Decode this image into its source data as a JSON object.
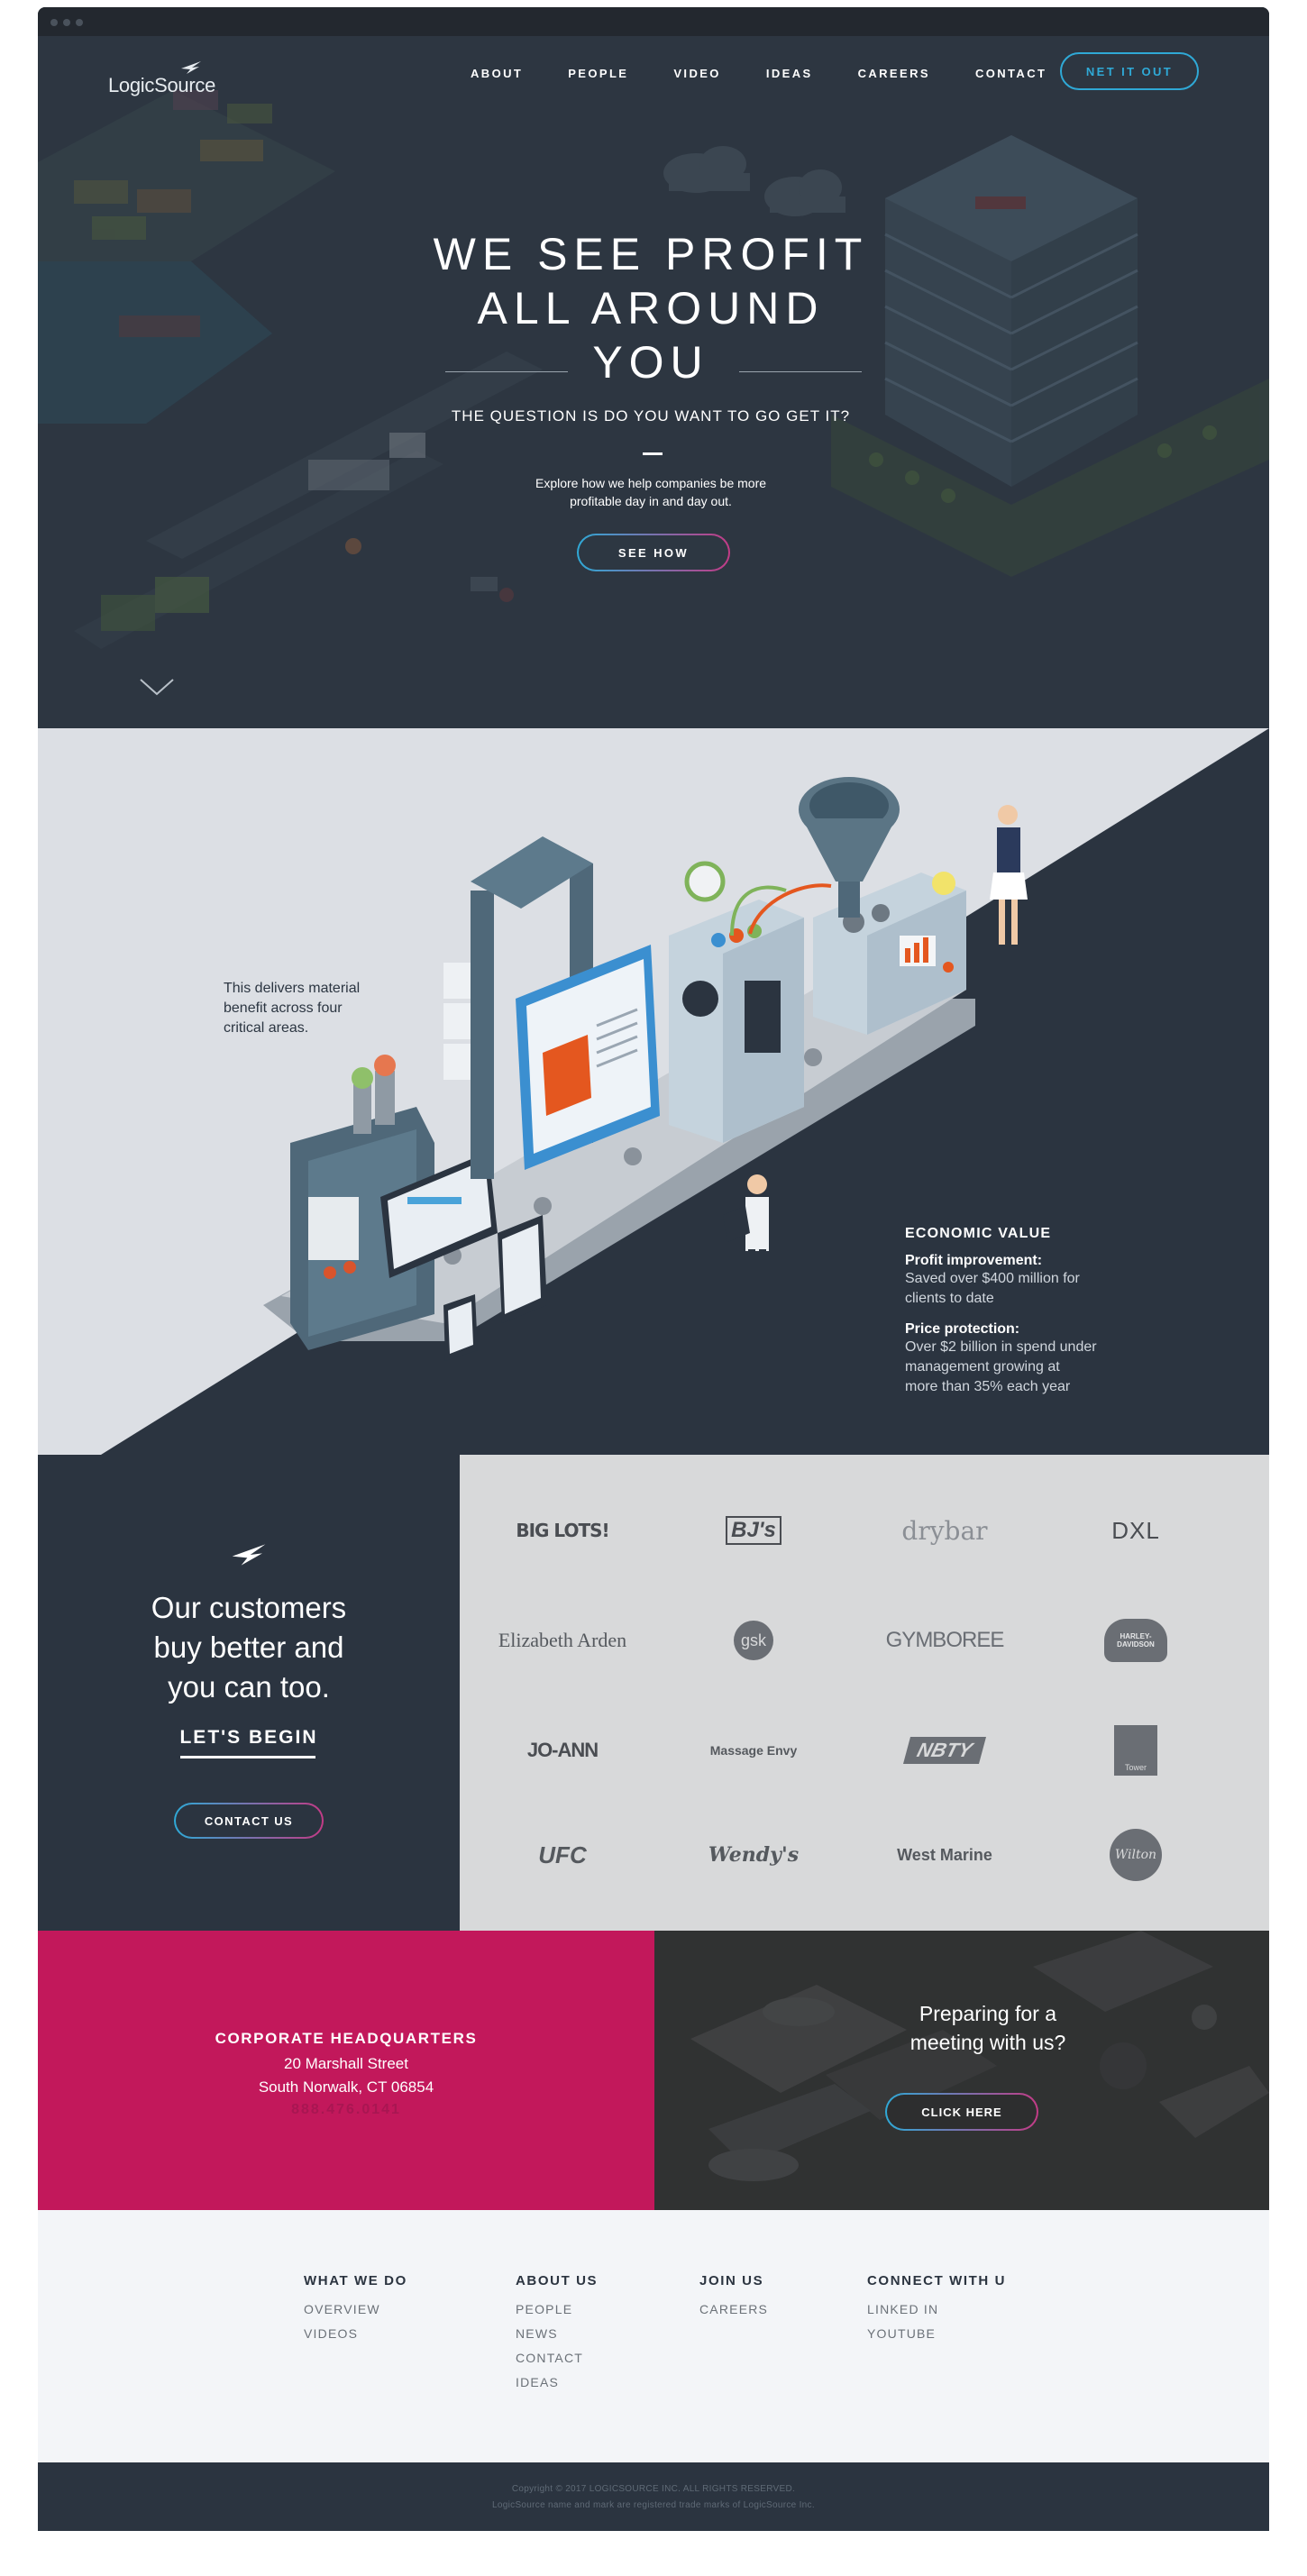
{
  "brand": {
    "name": "LogicSource"
  },
  "nav": {
    "items": [
      "ABOUT",
      "PEOPLE",
      "VIDEO",
      "IDEAS",
      "CAREERS",
      "CONTACT"
    ],
    "cta": "NET IT OUT"
  },
  "hero": {
    "title_lines": [
      "WE SEE PROFIT",
      "ALL AROUND",
      "YOU"
    ],
    "subtitle": "THE QUESTION IS DO YOU WANT TO GO GET IT?",
    "description_lines": [
      "Explore how we help companies be more",
      "profitable day in and day out."
    ],
    "button": "SEE HOW"
  },
  "machine": {
    "note_lines": [
      "This delivers material",
      "benefit across four",
      "critical areas."
    ],
    "econ_title": "ECONOMIC VALUE",
    "items": [
      {
        "heading": "Profit improvement:",
        "text_lines": [
          "Saved over $400 million for",
          "clients to date"
        ]
      },
      {
        "heading": "Price protection:",
        "text_lines": [
          "Over $2 billion in spend under",
          "management growing at",
          "more than 35% each year"
        ]
      }
    ]
  },
  "customers": {
    "headline_lines": [
      "Our customers",
      "buy better and",
      "you can too."
    ],
    "begin": "LET'S BEGIN",
    "button": "CONTACT US",
    "logos": [
      "BIG LOTS!",
      "BJ's",
      "drybar",
      "DXL",
      "Elizabeth Arden",
      "gsk",
      "GYMBOREE",
      "HARLEY-DAVIDSON",
      "JO-ANN",
      "Massage Envy",
      "NBTY",
      "Tower",
      "UFC",
      "Wendy's",
      "West Marine",
      "Wilton"
    ]
  },
  "hq": {
    "title": "CORPORATE HEADQUARTERS",
    "address1": "20 Marshall Street",
    "address2": "South Norwalk, CT 06854",
    "phone": "888.476.0141"
  },
  "meeting": {
    "headline_lines": [
      "Preparing for a",
      "meeting with us?"
    ],
    "button": "CLICK HERE"
  },
  "footer": {
    "columns": [
      {
        "heading": "WHAT WE DO",
        "links": [
          "OVERVIEW",
          "VIDEOS"
        ]
      },
      {
        "heading": "ABOUT US",
        "links": [
          "PEOPLE",
          "NEWS",
          "CONTACT",
          "IDEAS"
        ]
      },
      {
        "heading": "JOIN US",
        "links": [
          "CAREERS"
        ]
      },
      {
        "heading": "CONNECT WITH U",
        "links": [
          "LINKED IN",
          "YOUTUBE"
        ]
      }
    ],
    "legal1": "Copyright © 2017 LOGICSOURCE INC. ALL RIGHTS RESERVED.",
    "legal2": "LogicSource name and mark are registered trade marks of LogicSource Inc."
  },
  "colors": {
    "accent_blue": "#2fa9d6",
    "accent_magenta": "#c2185b",
    "navy": "#2b3440"
  }
}
